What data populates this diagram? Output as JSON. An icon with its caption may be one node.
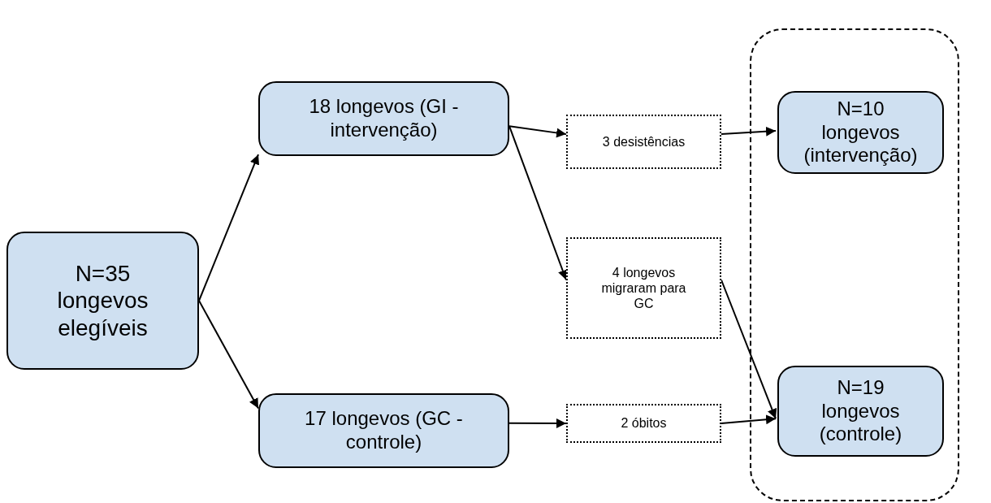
{
  "diagram": {
    "nodes": [
      {
        "text": [
          "N=35 longevos elegíveis"
        ]
      },
      {
        "text": [
          "18 longevos (GI - intervenção)"
        ]
      },
      {
        "text": [
          "17 longevos (GC - controle)"
        ]
      },
      {
        "text": [
          "3 desistências"
        ]
      },
      {
        "text": [
          "4 longevos migraram para GC"
        ]
      },
      {
        "text": [
          "2 óbitos"
        ]
      },
      {
        "text": [],
        "shape": "box"
      },
      {
        "text": [
          "N=10 longevos (intervenção)"
        ],
        "in": 6
      },
      {
        "text": [
          "N=19 longevos (controle)"
        ],
        "in": 6
      }
    ],
    "edges": [
      {
        "from": 0,
        "to": 1,
        "arrow": "to"
      },
      {
        "from": 0,
        "to": 2,
        "arrow": "to"
      },
      {
        "from": 1,
        "to": 3,
        "arrow": "to"
      },
      {
        "from": 1,
        "to": 4,
        "arrow": "to"
      },
      {
        "from": 3,
        "to": 7,
        "arrow": "to"
      },
      {
        "from": 4,
        "to": 8,
        "arrow": "to"
      },
      {
        "from": 2,
        "to": 5,
        "arrow": "to"
      },
      {
        "from": 5,
        "to": 8,
        "arrow": "to"
      }
    ]
  }
}
